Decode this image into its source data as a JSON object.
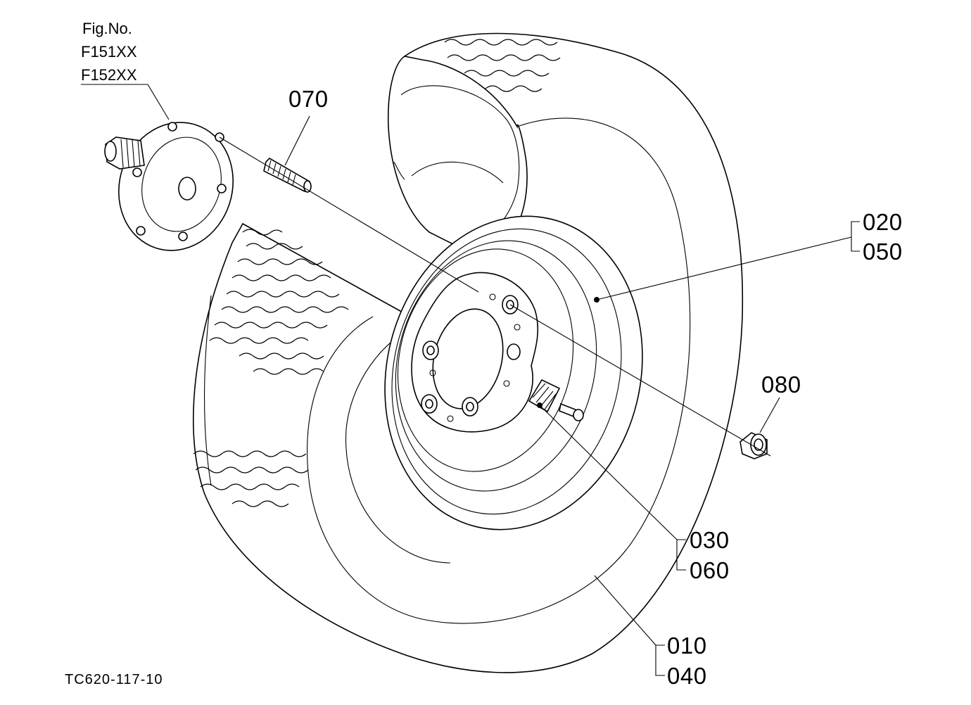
{
  "header": {
    "fig_label": "Fig.No.",
    "fig_numbers": [
      "F151XX",
      "F152XX"
    ]
  },
  "parts": {
    "p070": "070",
    "p020": "020",
    "p050": "050",
    "p080": "080",
    "p030": "030",
    "p060": "060",
    "p010": "010",
    "p040": "040"
  },
  "footer": {
    "drawing_code": "TC620-117-10"
  },
  "colors": {
    "line": "#000000",
    "background": "#ffffff"
  }
}
